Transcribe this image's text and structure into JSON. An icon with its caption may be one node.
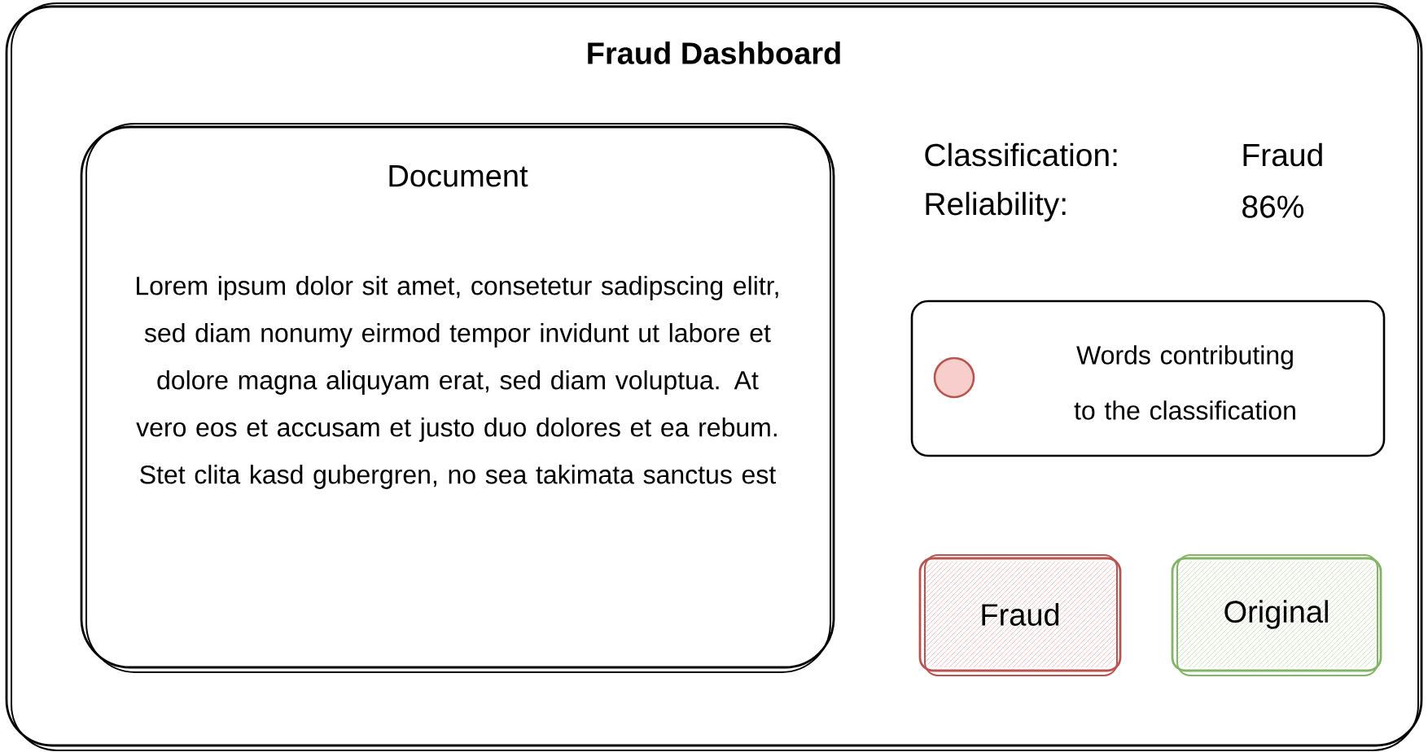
{
  "diagram": {
    "nodes": [
      {
        "text": [
          "Fraud Dashboard"
        ]
      },
      {
        "text": [
          "Document",
          "Lorem ipsum dolor sit amet, consetetur sadipscing elitr, sed diam nonumy eirmod tempor invidunt ut labore et dolore magna aliquyam erat, sed diam voluptua. At vero eos et accusam et justo duo dolores et ea rebum. Stet clita kasd gubergren, no sea takimata sanctus est"
        ],
        "in": 0
      },
      {
        "text": [
          "Fraud"
        ],
        "in": 0
      },
      {
        "text": [
          "Original"
        ],
        "in": 0
      }
    ],
    "labels": [
      "Classification:",
      "Fraud",
      "Reliability:",
      "86%"
    ],
    "legend": [
      {
        "text": "Words contributing to the classification",
        "color": "#f8cecc"
      }
    ]
  }
}
